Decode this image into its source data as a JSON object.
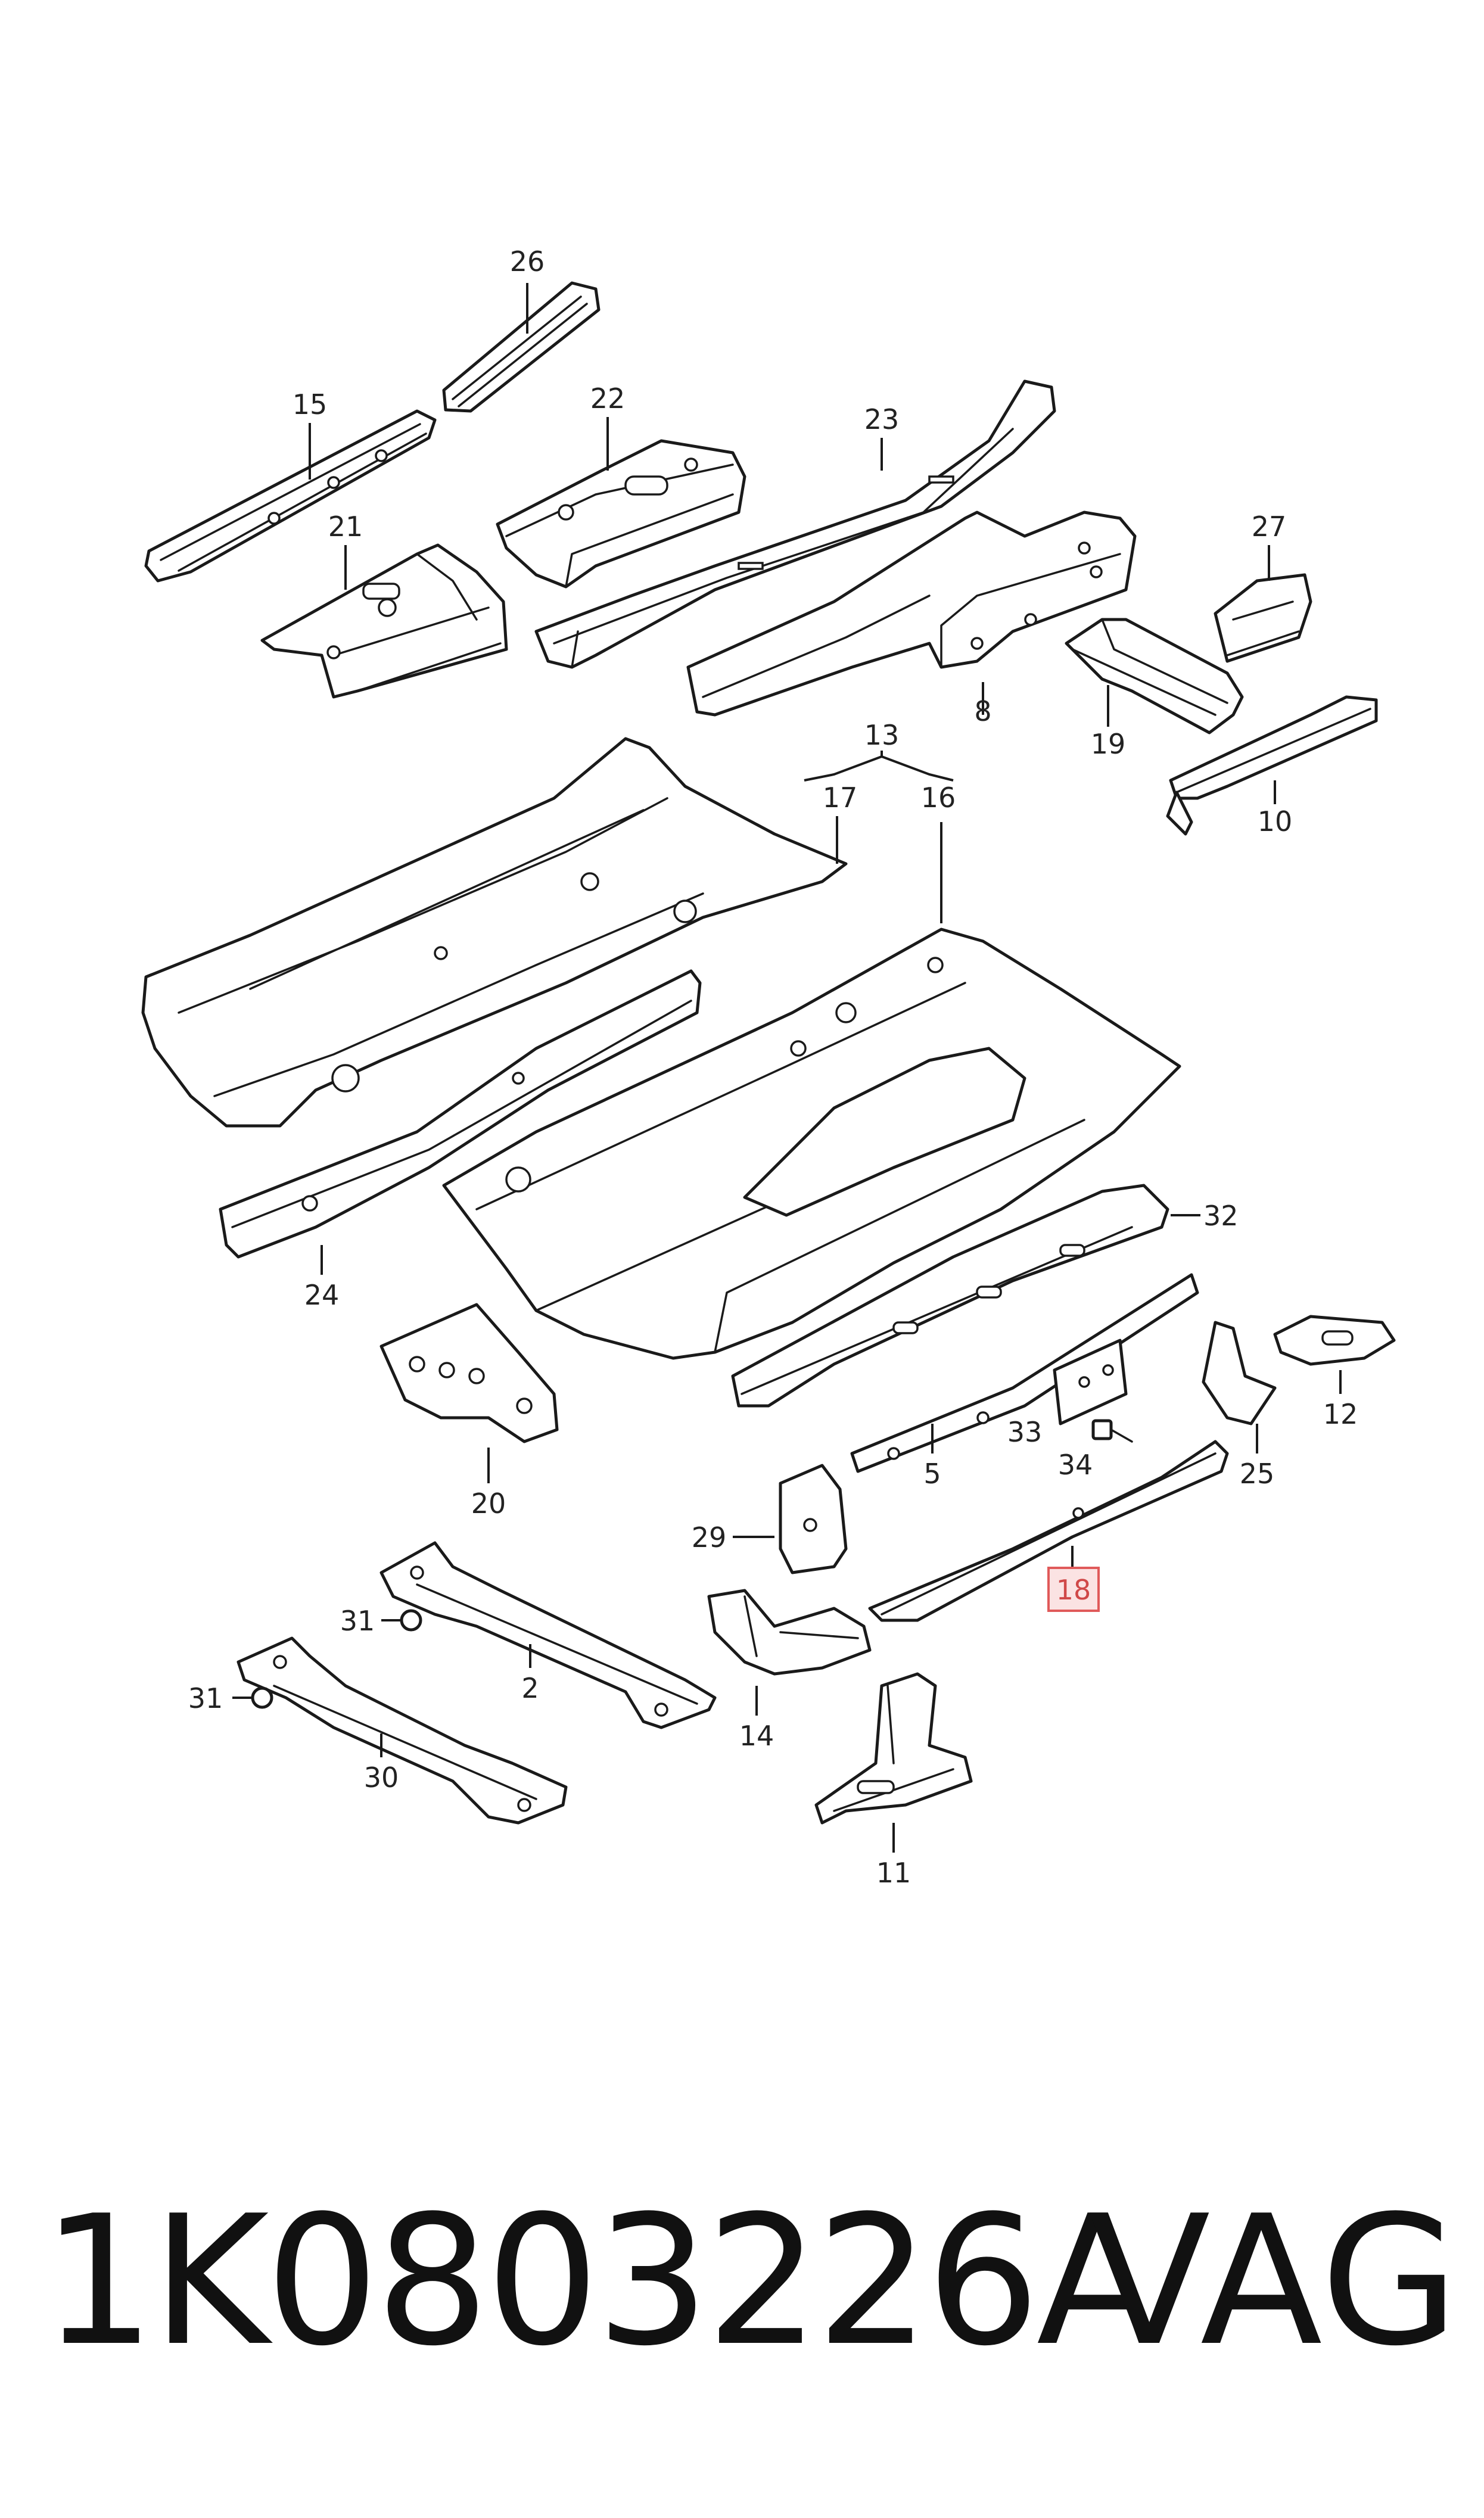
{
  "diagram": {
    "callouts": {
      "c2": "2",
      "c5": "5",
      "c8": "8",
      "c10": "10",
      "c11": "11",
      "c12": "12",
      "c13": "13",
      "c14": "14",
      "c15": "15",
      "c16": "16",
      "c17": "17",
      "c18": "18",
      "c19": "19",
      "c20": "20",
      "c21": "21",
      "c22": "22",
      "c23": "23",
      "c24": "24",
      "c25": "25",
      "c26": "26",
      "c27": "27",
      "c29": "29",
      "c30": "30",
      "c31a": "31",
      "c31b": "31",
      "c32": "32",
      "c33": "33",
      "c34": "34"
    },
    "highlighted_callout": "18",
    "highlight_color": "#e05a5a"
  },
  "footer": {
    "part_number": "1K0803226A",
    "brand": "VAG"
  }
}
